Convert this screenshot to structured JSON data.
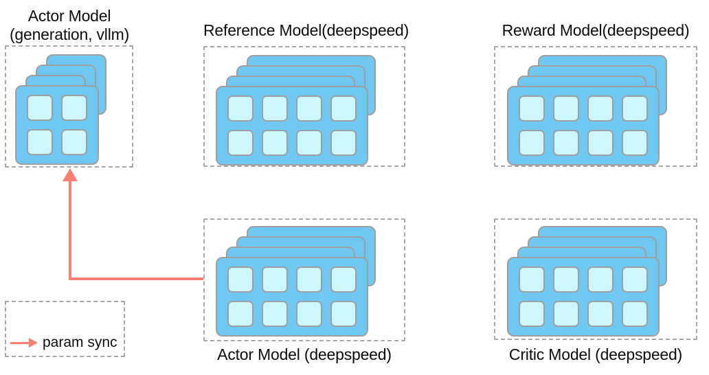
{
  "models": [
    {
      "id": "actor-generation",
      "title_line1": "Actor Model",
      "title_line2": "(generation, vllm)",
      "engine": "vllm",
      "cards": 4,
      "grid_cols": 2,
      "grid_rows": 2
    },
    {
      "id": "reference",
      "title": "Reference Model(deepspeed)",
      "engine": "deepspeed",
      "cards": 4,
      "grid_cols": 4,
      "grid_rows": 2
    },
    {
      "id": "reward",
      "title": "Reward Model(deepspeed)",
      "engine": "deepspeed",
      "cards": 4,
      "grid_cols": 4,
      "grid_rows": 2
    },
    {
      "id": "actor-train",
      "title": "Actor Model (deepspeed)",
      "engine": "deepspeed",
      "cards": 4,
      "grid_cols": 4,
      "grid_rows": 2
    },
    {
      "id": "critic",
      "title": "Critic Model (deepspeed)",
      "engine": "deepspeed",
      "cards": 4,
      "grid_cols": 4,
      "grid_rows": 2
    }
  ],
  "legend": {
    "label": "param sync"
  },
  "arrow": {
    "from": "actor-train",
    "to": "actor-generation",
    "meaning": "param sync"
  },
  "colors": {
    "card_blue": "#6fc8f2",
    "cell_cyan": "#cdf7fb",
    "card_border_gray": "#9e9e9e",
    "dashed_border_gray": "#a6a6a6",
    "arrow_red": "#f97f72",
    "text_black": "#0c0c0c"
  }
}
